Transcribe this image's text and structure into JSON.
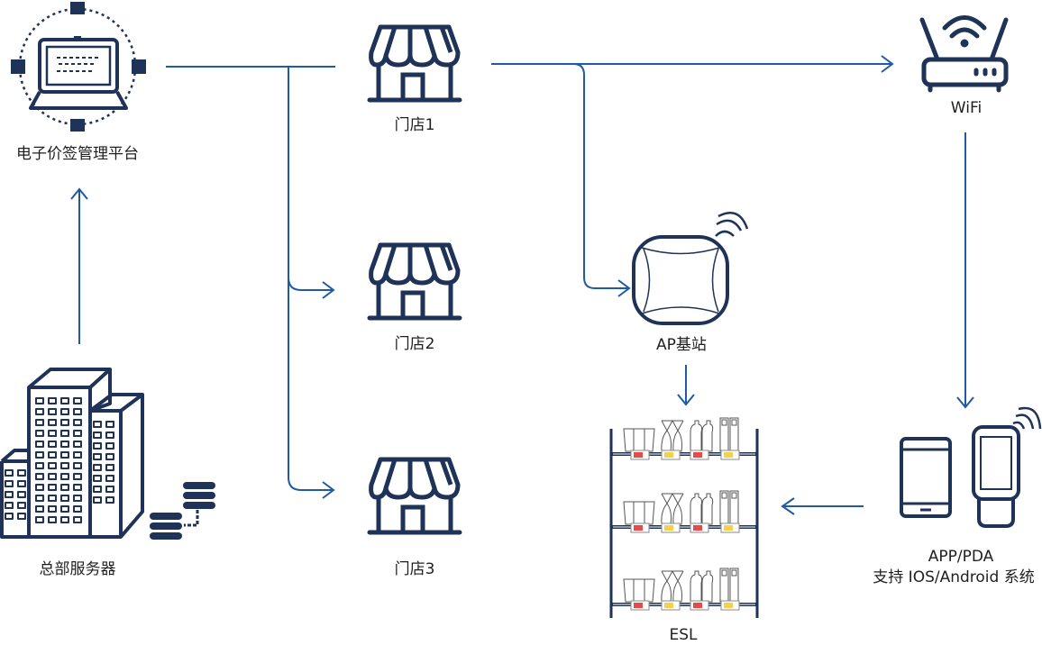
{
  "colors": {
    "icon": "#1f3257",
    "connector": "#1f5aa6",
    "label_red": "#e84a4a",
    "label_yellow": "#f3d24b"
  },
  "nodes": {
    "platform": {
      "label": "电子价签管理平台",
      "icon": "laptop-network-icon"
    },
    "hq": {
      "label": "总部服务器",
      "icon": "buildings-server-icon"
    },
    "store1": {
      "label": "门店1",
      "icon": "storefront-icon"
    },
    "store2": {
      "label": "门店2",
      "icon": "storefront-icon"
    },
    "store3": {
      "label": "门店3",
      "icon": "storefront-icon"
    },
    "wifi": {
      "label": "WiFi",
      "icon": "wifi-router-icon"
    },
    "ap": {
      "label": "AP基站",
      "icon": "access-point-icon"
    },
    "esl": {
      "label": "ESL",
      "icon": "shelf-esl-icon"
    },
    "app": {
      "label_line1": "APP/PDA",
      "label_line2": "支持 IOS/Android 系统",
      "icon": "phone-pda-icon"
    }
  },
  "edges": [
    {
      "from": "hq",
      "to": "platform"
    },
    {
      "from": "platform",
      "to": "store1"
    },
    {
      "from": "platform",
      "to": "store2"
    },
    {
      "from": "platform",
      "to": "store3"
    },
    {
      "from": "store1",
      "to": "wifi"
    },
    {
      "from": "store1",
      "to": "ap"
    },
    {
      "from": "wifi",
      "to": "app"
    },
    {
      "from": "ap",
      "to": "esl"
    },
    {
      "from": "app",
      "to": "esl"
    }
  ]
}
